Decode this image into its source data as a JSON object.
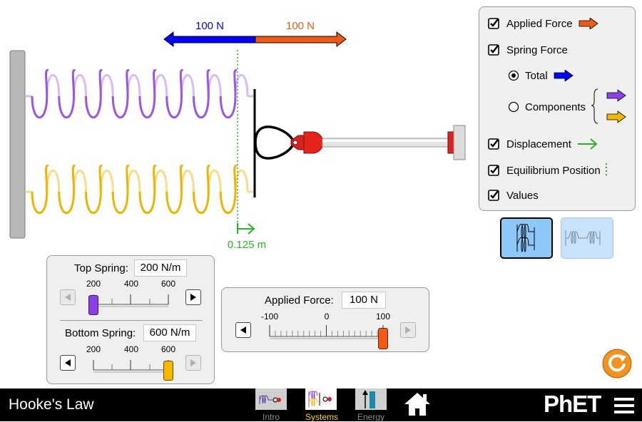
{
  "force_arrows": {
    "spring_force_label": "100 N",
    "applied_force_label": "100 N",
    "spring_force_color": "#0000ff",
    "applied_force_color": "#f05a16"
  },
  "displacement": {
    "label": "0.125 m",
    "color": "#2ab22a"
  },
  "visibility_panel": {
    "applied_force": {
      "label": "Applied Force",
      "checked": true
    },
    "spring_force": {
      "label": "Spring Force",
      "checked": true
    },
    "total": {
      "label": "Total",
      "selected": true
    },
    "components": {
      "label": "Components",
      "selected": false
    },
    "displacement": {
      "label": "Displacement",
      "checked": true
    },
    "equilibrium": {
      "label": "Equilibrium Position",
      "checked": true
    },
    "values": {
      "label": "Values",
      "checked": true
    }
  },
  "scene_buttons": {
    "parallel": {
      "selected": true
    },
    "series": {
      "selected": false
    }
  },
  "spring_panel": {
    "top": {
      "label": "Top Spring:",
      "value": "200 N/m",
      "ticks": [
        "200",
        "400",
        "600"
      ],
      "level": 0,
      "color": "#8d3fe6"
    },
    "bottom": {
      "label": "Bottom Spring:",
      "value": "600 N/m",
      "ticks": [
        "200",
        "400",
        "600"
      ],
      "level": 1,
      "color": "#f5b800"
    }
  },
  "applied_force_panel": {
    "label": "Applied Force:",
    "value": "100 N",
    "ticks": [
      "-100",
      "0",
      "100"
    ],
    "level": 1,
    "color": "#f05a16"
  },
  "navbar": {
    "title": "Hooke's Law",
    "screens": [
      {
        "label": "Intro",
        "selected": false
      },
      {
        "label": "Systems",
        "selected": true
      },
      {
        "label": "Energy",
        "selected": false
      }
    ],
    "brand": "PhET"
  }
}
